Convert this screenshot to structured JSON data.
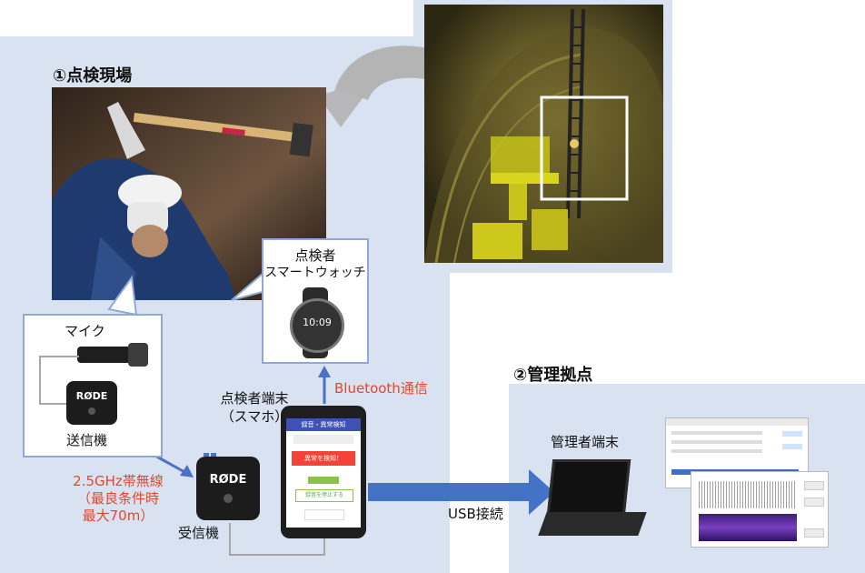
{
  "site_title": "①点検現場",
  "base_title": "②管理拠点",
  "watch_label_1": "点検者",
  "watch_label_2": "スマートウォッチ",
  "mic_label": "マイク",
  "transmitter_label": "送信機",
  "wireless_1": "2.5GHz帯無線",
  "wireless_2": "（最良条件時",
  "wireless_3": "最大70m）",
  "receiver_label": "受信機",
  "phone_label_1": "点検者端末",
  "phone_label_2": "（スマホ）",
  "bluetooth_label": "Bluetooth通信",
  "usb_label": "USB接続",
  "admin_label": "管理者端末",
  "rode_brand": "RØDE",
  "phone_app_title": "録音・異常検知",
  "phone_detect": "異常を検知！",
  "phone_record_btn": "録音を停止する",
  "watch_time": "10:09",
  "colors": {
    "panel": "#d9e2f1",
    "callout_border": "#8ea9d8",
    "arrow_blue": "#4a72c4",
    "accent_red": "#e2472b"
  }
}
